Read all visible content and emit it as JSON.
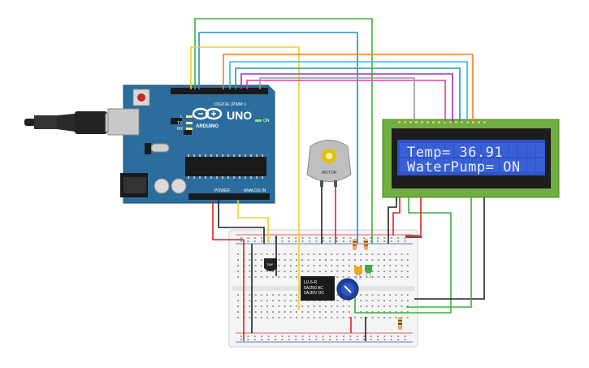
{
  "arduino": {
    "logo_text": "ARDUINO",
    "model": "UNO",
    "digital_label": "DIGITAL (PWM~)",
    "power_label": "POWER",
    "analog_label": "ANALOG IN",
    "on_label": "ON",
    "tx_label": "TX",
    "rx_label": "RX",
    "l_label": "L"
  },
  "lcd": {
    "line1": "Temp= 36.91",
    "line2": "WaterPump= ON"
  },
  "sensor": {
    "label": "TMP"
  },
  "relay": {
    "line1": "LU-5-R",
    "line2": "5A/250 AC",
    "line3": "5A/30V DC"
  },
  "motor": {
    "label": "MOTOR"
  },
  "colors": {
    "board": "#2b6e9e",
    "lcd_frame": "#6fae3f",
    "lcd_screen": "#2f52c8",
    "breadboard": "#f2f2f2",
    "wire_red": "#e02020",
    "wire_black": "#222222",
    "wire_green": "#3fae3f",
    "wire_yellow": "#f0d020",
    "wire_blue": "#1e90c8",
    "wire_orange": "#f08020",
    "wire_purple": "#a030c0",
    "wire_pink": "#e040a0",
    "wire_gray": "#999999"
  }
}
